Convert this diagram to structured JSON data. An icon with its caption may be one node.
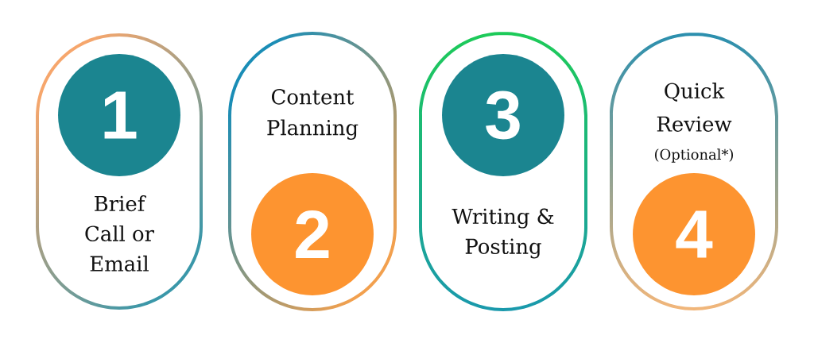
{
  "diagram": {
    "nodes": [
      {
        "text": [
          "Brief Call or Email"
        ]
      },
      {
        "text": [
          "1"
        ],
        "in": 0
      },
      {
        "text": [
          "Content Planning"
        ]
      },
      {
        "text": [
          "2"
        ],
        "in": 2
      },
      {
        "text": [
          "Writing & Posting"
        ]
      },
      {
        "text": [
          "3"
        ],
        "in": 4
      },
      {
        "text": [
          "Quick Review",
          "(Optional*)"
        ]
      },
      {
        "text": [
          "4"
        ],
        "in": 6
      }
    ]
  }
}
